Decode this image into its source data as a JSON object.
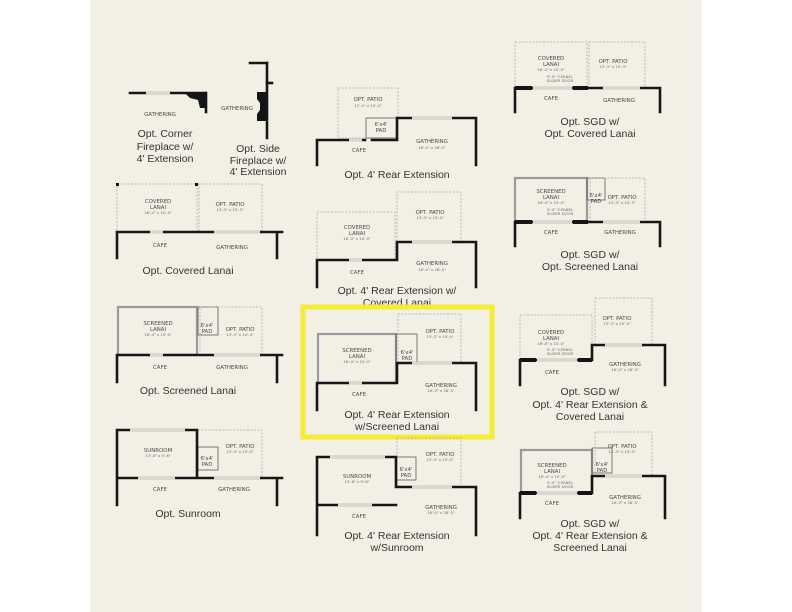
{
  "colors": {
    "background": "#f2f0e5",
    "wall": "#161616",
    "highlight": "#f4ec35"
  },
  "plans": [
    {
      "caption": [
        "Opt. Corner",
        "Fireplace w/",
        "4' Extension"
      ],
      "gathering": "GATHERING"
    },
    {
      "caption": [
        "Opt. Side",
        "Fireplace w/",
        "4' Extension"
      ],
      "gathering": "GATHERING"
    },
    {
      "caption": [
        "Opt. 4' Rear Extension"
      ],
      "patio": "OPT. PATIO",
      "patio_dim": "12'-0\" x 10'-0\"",
      "pad": [
        "6'x4'",
        "PAD"
      ],
      "gathering": "GATHERING",
      "gathering_dim": "16'-0\" x 28'-5\"",
      "cafe": "CAFE"
    },
    {
      "caption": [
        "Opt. Covered Lanai"
      ],
      "lanai": [
        "COVERED",
        "LANAI"
      ],
      "lanai_dim": "16'-4\" x 10'-0\"",
      "patio": "OPT. PATIO",
      "patio_dim": "13'-3\" x 10'-3\"",
      "cafe": "CAFE",
      "gathering": "GATHERING"
    },
    {
      "caption": [
        "Opt. 4' Rear Extension w/",
        "Covered Lanai"
      ],
      "lanai": [
        "COVERED",
        "LANAI"
      ],
      "lanai_dim": "16'-4\" x 10'-0\"",
      "patio": "OPT. PATIO",
      "patio_dim": "13'-3\" x 10'-0\"",
      "gathering": "GATHERING",
      "gathering_dim": "16'-0\" x 28'-5\"",
      "cafe": "CAFE"
    },
    {
      "caption": [
        "Opt. SGD w/",
        "Opt. Covered Lanai"
      ],
      "lanai": [
        "COVERED",
        "LANAI"
      ],
      "lanai_dim": "16'-4\" x 10'-0\"",
      "door": [
        "9'-0\" 3-PANEL",
        "SLIDER DOOR"
      ],
      "patio": "OPT. PATIO",
      "patio_dim": "13'-3\" x 10'-3\"",
      "cafe": "CAFE",
      "gathering": "GATHERING"
    },
    {
      "caption": [
        "Opt. SGD w/",
        "Opt. Screened Lanai"
      ],
      "lanai": [
        "SCREENED",
        "LANAI"
      ],
      "lanai_dim": "16'-4\" x 10'-0\"",
      "door": [
        "9'-0\" 3-PANEL",
        "SLIDER DOOR"
      ],
      "pad": [
        "6'x4'",
        "PAD"
      ],
      "patio": "OPT. PATIO",
      "patio_dim": "13'-3\" x 10'-3\"",
      "cafe": "CAFE",
      "gathering": "GATHERING"
    },
    {
      "caption": [
        "Opt. Screened Lanai"
      ],
      "lanai": [
        "SCREENED",
        "LANAI"
      ],
      "lanai_dim": "16'-4\" x 10'-0\"",
      "pad": [
        "6'x4'",
        "PAD"
      ],
      "patio": "OPT. PATIO",
      "patio_dim": "13'-3\" x 10'-3\"",
      "cafe": "CAFE",
      "gathering": "GATHERING"
    },
    {
      "caption": [
        "Opt. 4' Rear Extension",
        "w/Screened Lanai"
      ],
      "lanai": [
        "SCREENED",
        "LANAI"
      ],
      "lanai_dim": "16'-4\" x 10'-0\"",
      "pad": [
        "6'x4'",
        "PAD"
      ],
      "patio": "OPT. PATIO",
      "patio_dim": "13'-3\" x 10'-0\"",
      "gathering": "GATHERING",
      "gathering_dim": "16'-0\" x 28'-5\"",
      "cafe": "CAFE",
      "selected": true
    },
    {
      "caption": [
        "Opt. SGD w/",
        "Opt. 4' Rear Extension &",
        "Covered Lanai"
      ],
      "lanai": [
        "COVERED",
        "LANAI"
      ],
      "lanai_dim": "16'-8\" x 10'-0\"",
      "door": [
        "9'-0\" 3-PANEL",
        "SLIDER DOOR"
      ],
      "patio": "OPT. PATIO",
      "patio_dim": "13'-3\" x 10'-0\"",
      "gathering": "GATHERING",
      "gathering_dim": "16'-0\" x 28'-5\"",
      "cafe": "CAFE"
    },
    {
      "caption": [
        "Opt. Sunroom"
      ],
      "sunroom": "SUNROOM",
      "sunroom_dim": "13'-8\" x 9'-8\"",
      "pad": [
        "6'x4'",
        "PAD"
      ],
      "patio": "OPT. PATIO",
      "patio_dim": "13'-3\" x 10'-0\"",
      "cafe": "CAFE",
      "gathering": "GATHERING"
    },
    {
      "caption": [
        "Opt. 4' Rear Extension",
        "w/Sunroom"
      ],
      "sunroom": "SUNROOM",
      "sunroom_dim": "13'-8\" x 9'-8\"",
      "pad": [
        "6'x4'",
        "PAD"
      ],
      "patio": "OPT. PATIO",
      "patio_dim": "13'-3\" x 10'-0\"",
      "gathering": "GATHERING",
      "gathering_dim": "16'-0\" x 28'-5\"",
      "cafe": "CAFE"
    },
    {
      "caption": [
        "Opt. SGD w/",
        "Opt. 4' Rear Extension &",
        "Screened Lanai"
      ],
      "lanai": [
        "SCREENED",
        "LANAI"
      ],
      "lanai_dim": "16'-4\" x 10'-0\"",
      "door": [
        "9'-0\" 3-PANEL",
        "SLIDER DOOR"
      ],
      "pad": [
        "6'x4'",
        "PAD"
      ],
      "patio": "OPT. PATIO",
      "patio_dim": "13'-3\" x 10'-0\"",
      "gathering": "GATHERING",
      "gathering_dim": "16'-0\" x 28'-5\"",
      "cafe": "CAFE"
    }
  ]
}
